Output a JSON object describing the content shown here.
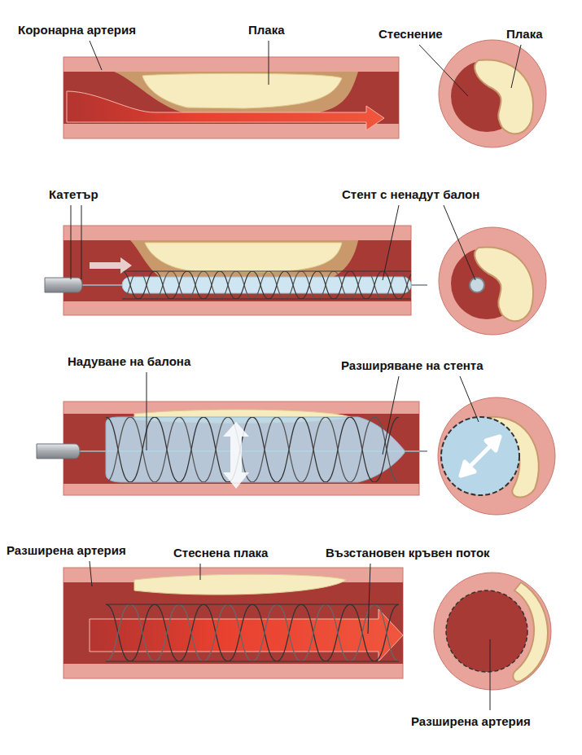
{
  "diagram": {
    "labels": [
      "Коронарна артерия",
      "Плака",
      "Стеснение",
      "Плака",
      "Катетър",
      "Стент с ненадут балон",
      "Надуване на балона",
      "Разширяване на стента",
      "Разширена артерия",
      "Стеснена плака",
      "Възстановен кръвен поток",
      "Разширена артерия"
    ]
  }
}
